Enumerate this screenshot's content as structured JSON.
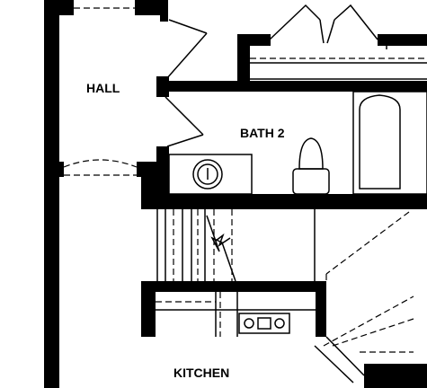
{
  "floor_plan": {
    "rooms": {
      "hall": "HALL",
      "bath": "BATH 2",
      "kitchen": "KITCHEN"
    },
    "fixtures": [
      "bathtub",
      "toilet",
      "bathroom-sink",
      "kitchen-cooktop",
      "stairs",
      "double-closet-doors"
    ],
    "colors": {
      "wall": "#000000",
      "background": "#ffffff",
      "line": "#000000"
    }
  }
}
